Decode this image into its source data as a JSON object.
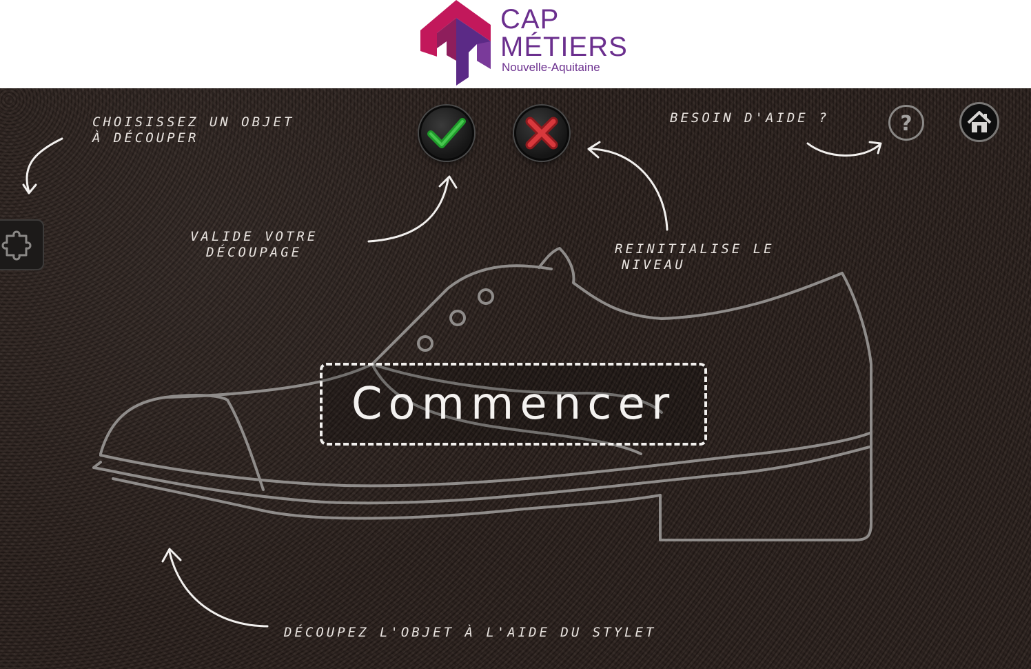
{
  "brand": {
    "line1": "CAP",
    "line2": "MÉTIERS",
    "line3": "Nouvelle-Aquitaine",
    "colors": {
      "primary": "#6b2f8e",
      "accent": "#c2185b"
    }
  },
  "hints": {
    "choose_object": [
      "Choisissez un objet",
      "à découper"
    ],
    "validate": [
      "Valide votre",
      "découpage"
    ],
    "reset": [
      "Reinitialise le",
      "niveau"
    ],
    "help": "Besoin d'aide ?",
    "cut": "Découpez l'objet à l'aide du stylet"
  },
  "buttons": {
    "validate_icon": "checkmark-icon",
    "reset_icon": "cross-icon",
    "help_icon": "question-icon",
    "home_icon": "home-icon",
    "objects_icon": "puzzle-icon"
  },
  "start": {
    "label": "Commencer"
  },
  "colors": {
    "leather": "#2a201c",
    "outline": "#8f8c8a",
    "check": "#1f9a2a",
    "cross": "#c0262b"
  }
}
